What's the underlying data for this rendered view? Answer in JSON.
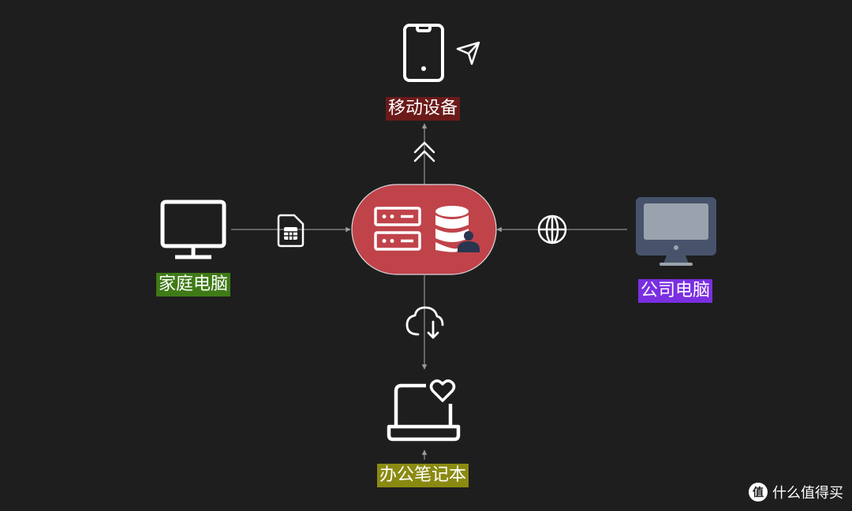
{
  "nodes": {
    "mobile": {
      "label": "移动设备",
      "label_bg": "#6b1a1a"
    },
    "home": {
      "label": "家庭电脑",
      "label_bg": "#3f7a17"
    },
    "office": {
      "label": "公司电脑",
      "label_bg": "#7a2fe0"
    },
    "laptop": {
      "label": "办公笔记本",
      "label_bg": "#8a8a12"
    }
  },
  "center_hub": {
    "fill": "#c0434a",
    "icons": [
      "server-rack-icon",
      "database-icon",
      "user-icon"
    ]
  },
  "connector_icons": [
    "double-chevron-up-icon",
    "spreadsheet-file-icon",
    "globe-icon",
    "cloud-download-icon"
  ],
  "device_icons": [
    "smartphone-icon",
    "send-icon",
    "monitor-icon",
    "imac-icon",
    "laptop-icon",
    "heart-icon"
  ],
  "watermark": {
    "badge": "值",
    "text": "什么值得买"
  }
}
